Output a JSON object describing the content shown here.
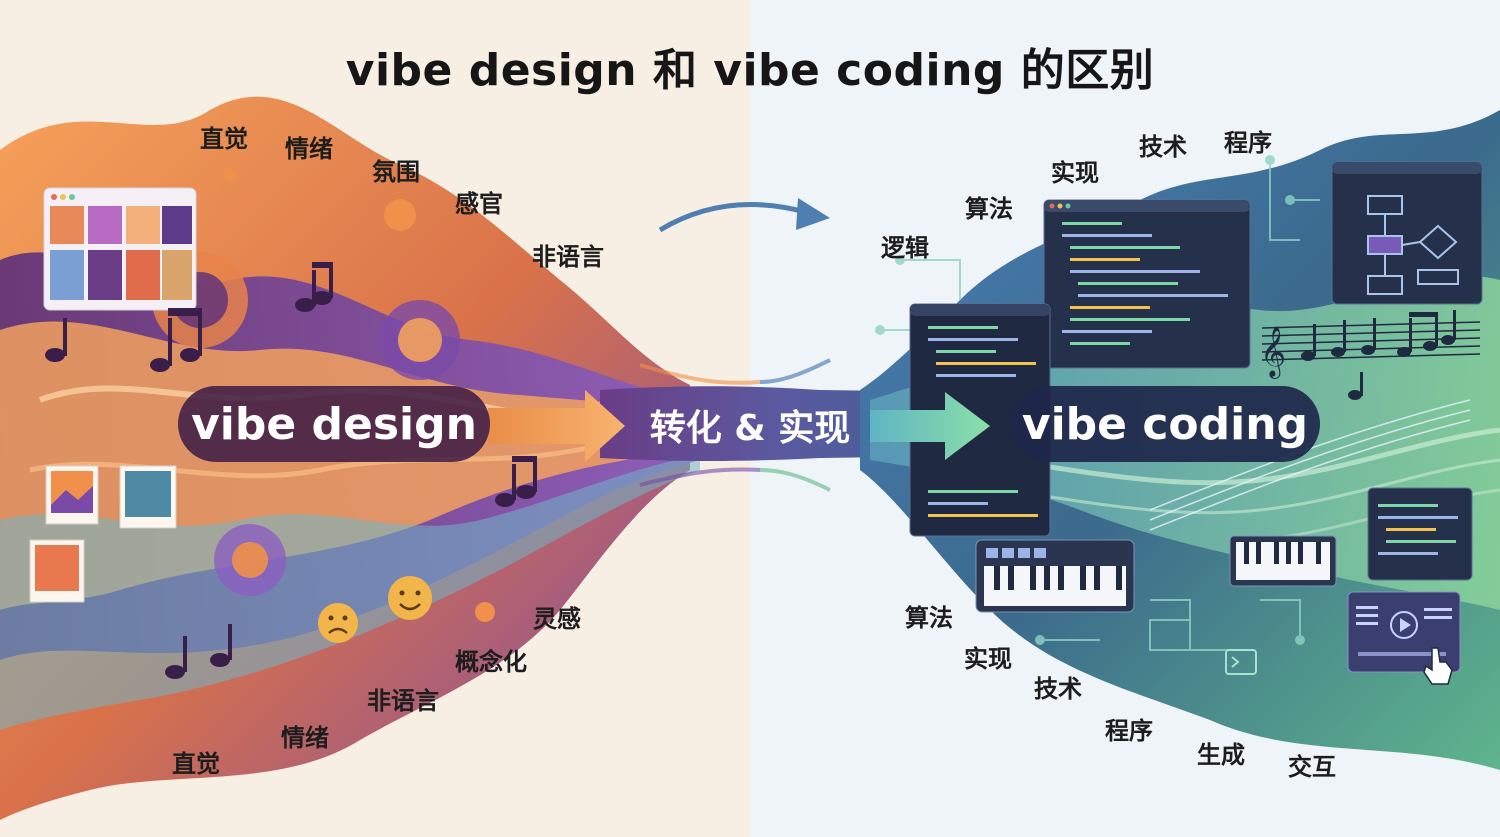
{
  "title": "vibe design 和 vibe coding 的区别",
  "left": {
    "pill_label": "vibe design",
    "keywords_top": [
      "直觉",
      "情绪",
      "氛围",
      "感官",
      "非语言"
    ],
    "keywords_bottom": [
      "灵感",
      "概念化",
      "非语言",
      "情绪",
      "直觉"
    ]
  },
  "center": {
    "label": "转化 & 实现"
  },
  "right": {
    "pill_label": "vibe coding",
    "keywords_top": [
      "技术",
      "程序",
      "实现",
      "算法",
      "逻辑"
    ],
    "keywords_bottom": [
      "算法",
      "实现",
      "技术",
      "程序",
      "生成",
      "交互"
    ]
  },
  "colors": {
    "design_orange": "#f0904a",
    "design_purple": "#7d4fb0",
    "coding_blue": "#3f6fae",
    "coding_green": "#6fc79a",
    "arrow_orange": "#f5a35c",
    "arrow_green": "#7fd6a6"
  }
}
